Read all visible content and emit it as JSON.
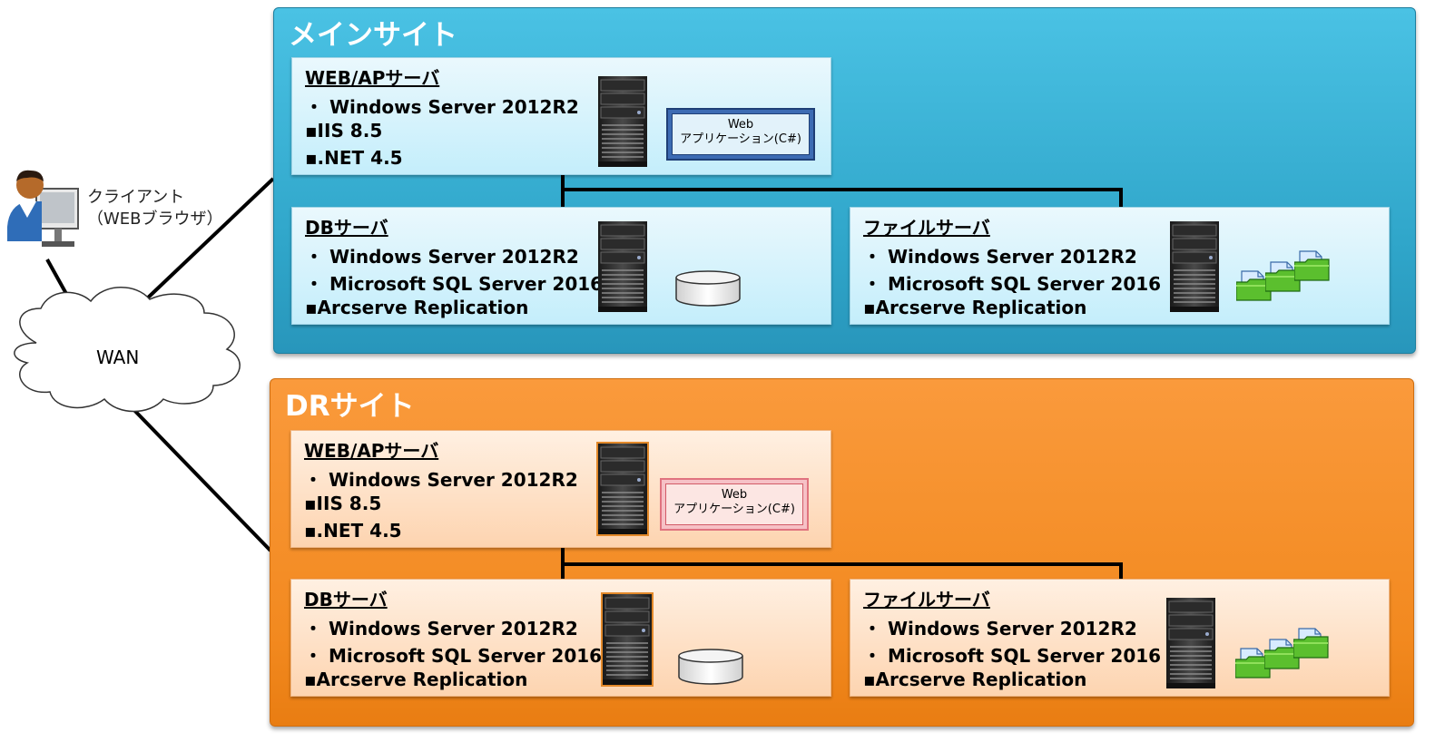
{
  "client": {
    "line1": "クライアント",
    "line2": "（WEBブラウザ）"
  },
  "wan": {
    "label": "WAN"
  },
  "main_site": {
    "title": "メインサイト",
    "web": {
      "title": "WEB/APサーバ",
      "lines": [
        "・ Windows Server 2012R2",
        "▪IIS 8.5",
        "▪.NET 4.5"
      ],
      "app_line1": "Web",
      "app_line2": "アプリケーション(C#)"
    },
    "db": {
      "title": "DBサーバ",
      "lines": [
        "・ Windows Server 2012R2",
        "・ Microsoft SQL Server 2016",
        "▪Arcserve Replication"
      ]
    },
    "file": {
      "title": "ファイルサーバ",
      "lines": [
        "・ Windows Server 2012R2",
        "・ Microsoft SQL Server 2016",
        "▪Arcserve Replication"
      ]
    }
  },
  "dr_site": {
    "title": "DRサイト",
    "web": {
      "title": "WEB/APサーバ",
      "lines": [
        "・ Windows Server 2012R2",
        "▪IIS 8.5",
        "▪.NET 4.5"
      ],
      "app_line1": "Web",
      "app_line2": "アプリケーション(C#)"
    },
    "db": {
      "title": "DBサーバ",
      "lines": [
        "・ Windows Server 2012R2",
        "・ Microsoft SQL Server 2016",
        "▪Arcserve Replication"
      ]
    },
    "file": {
      "title": "ファイルサーバ",
      "lines": [
        "・ Windows Server 2012R2",
        "・ Microsoft SQL Server 2016",
        "▪Arcserve Replication"
      ]
    }
  },
  "colors": {
    "main_site": "#31a9cd",
    "dr_site": "#f48b22",
    "connector": "#000000"
  }
}
